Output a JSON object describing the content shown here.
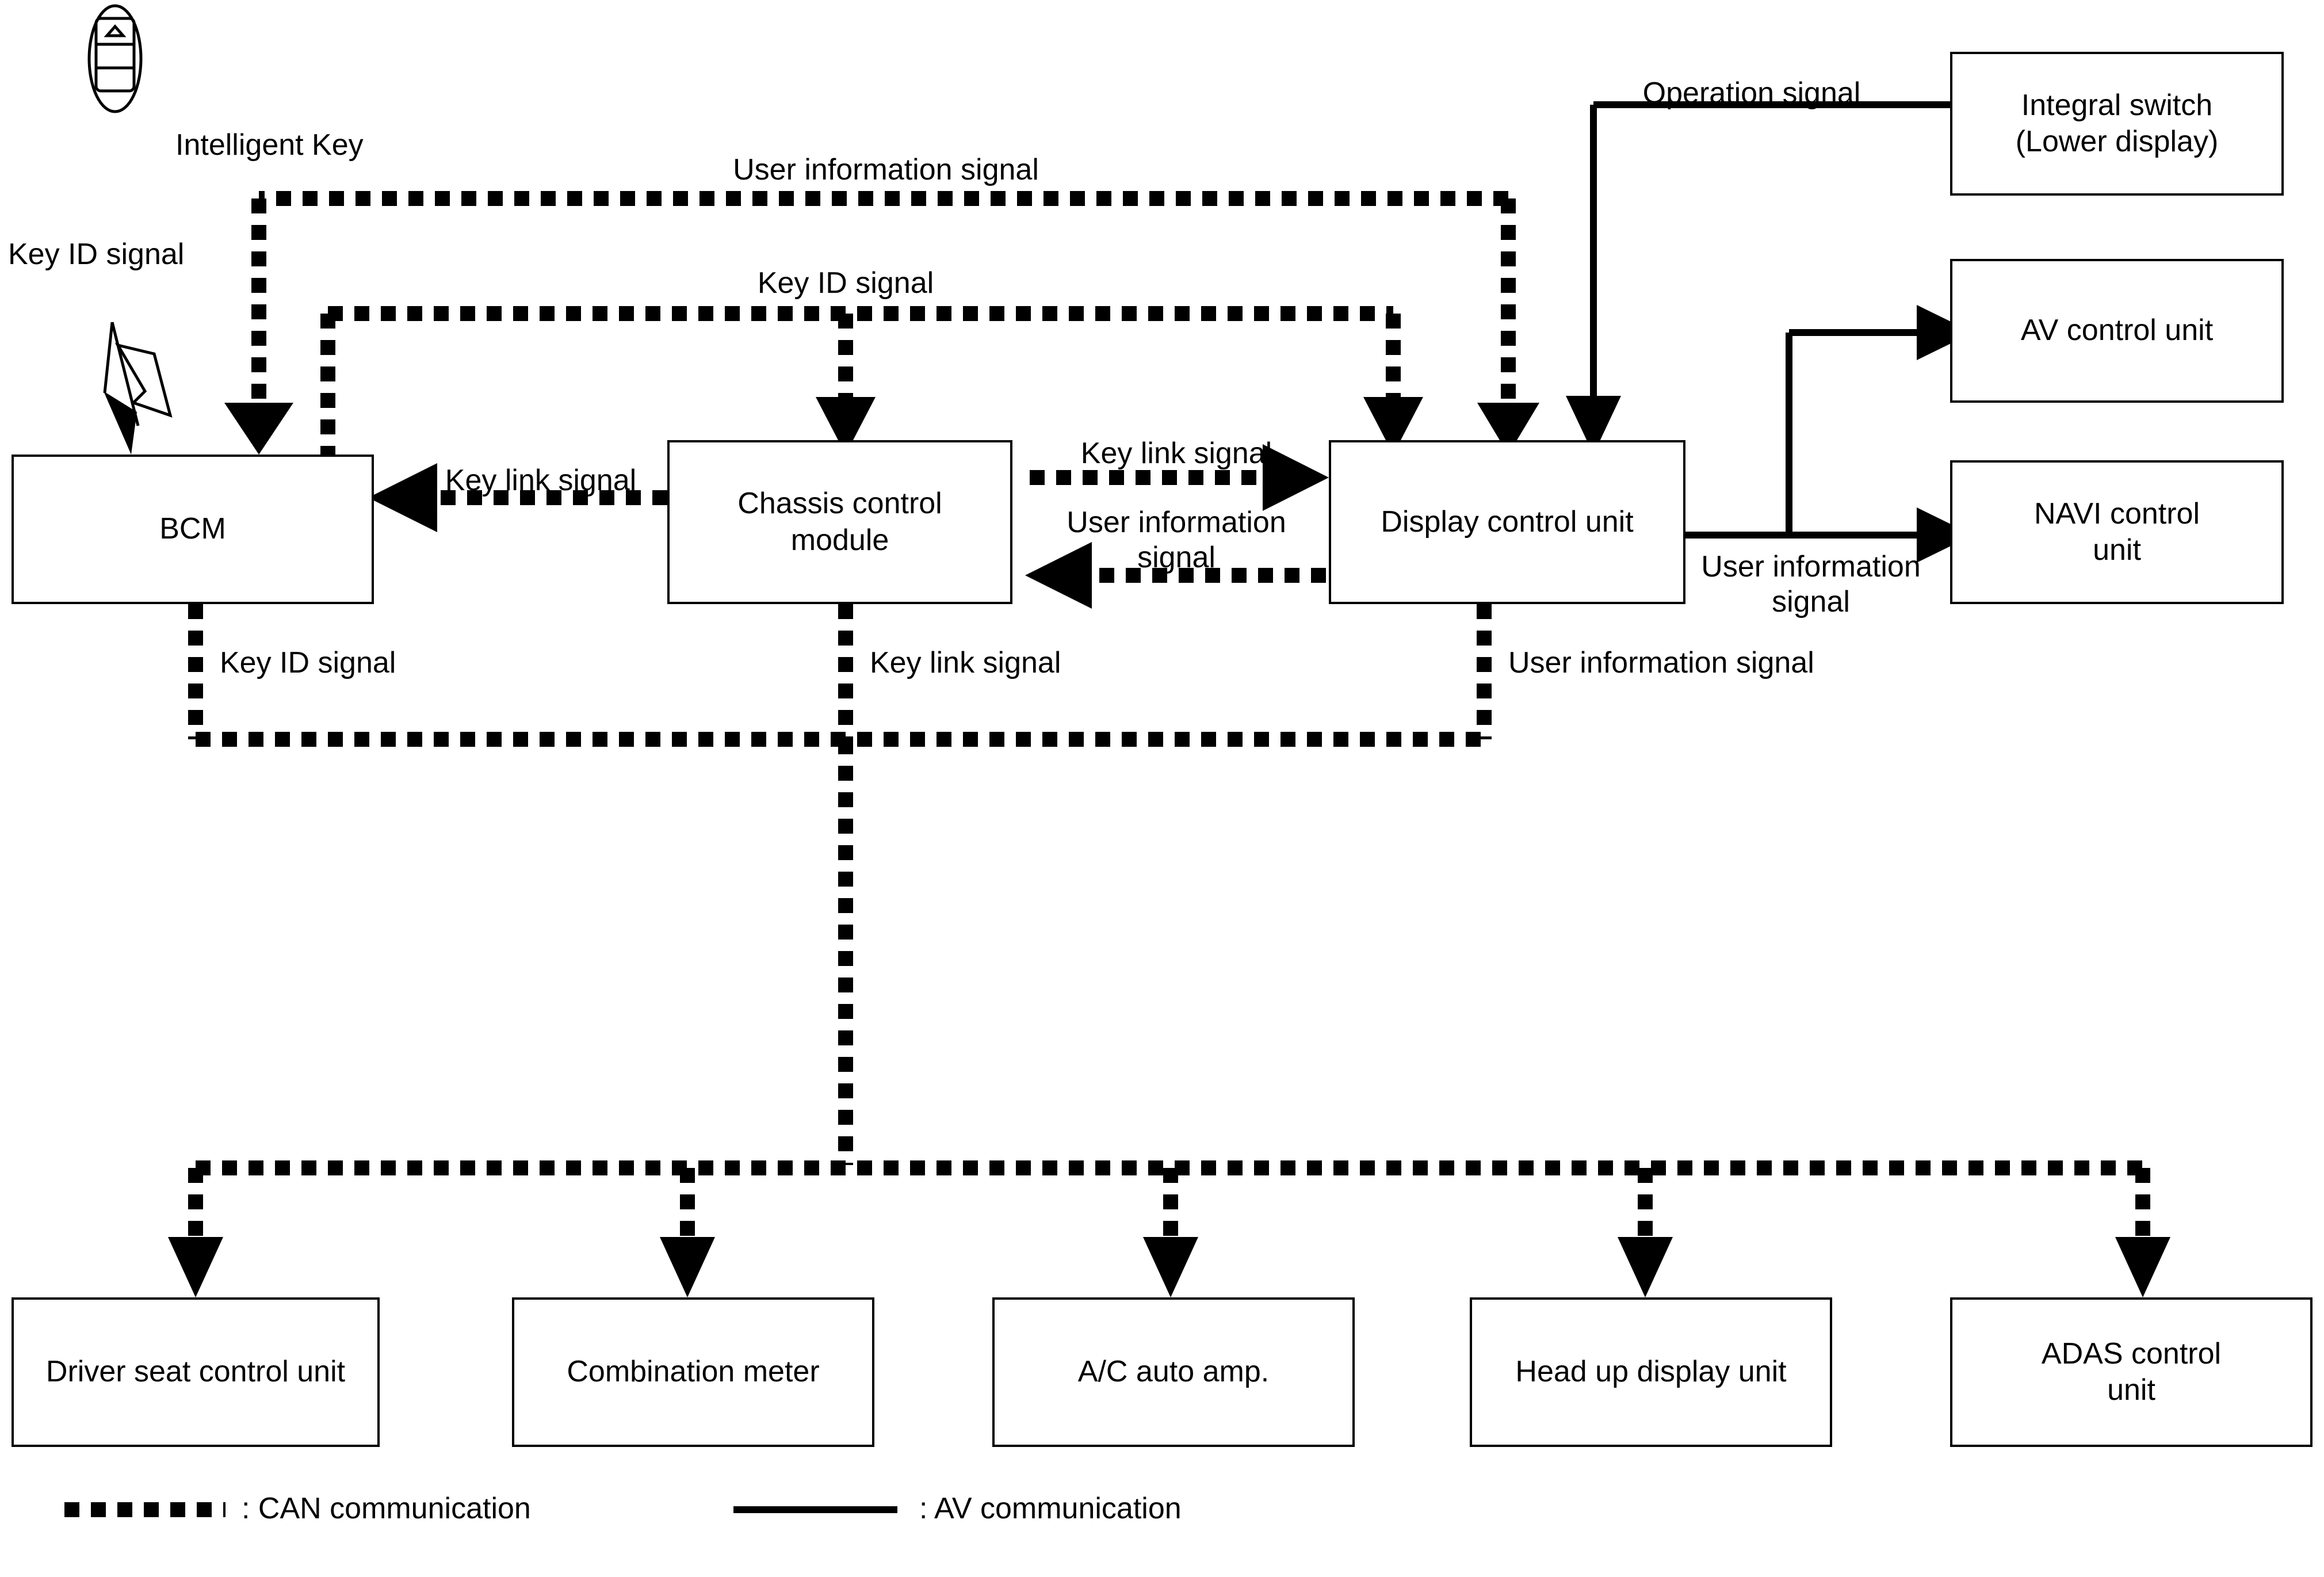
{
  "diagram": {
    "title": "Vehicle user information / key ID CAN communication block diagram",
    "nodes": {
      "intelligent_key": "Intelligent Key",
      "bcm": "BCM",
      "chassis_control_module": "Chassis control\nmodule",
      "display_control_unit": "Display control unit",
      "integral_switch": "Integral switch\n(Lower display)",
      "av_control_unit": "AV control unit",
      "navi_control_unit": "NAVI control\nunit",
      "driver_seat_control_unit": "Driver seat control unit",
      "combination_meter": "Combination meter",
      "ac_auto_amp": "A/C auto amp.",
      "head_up_display_unit": "Head up display unit",
      "adas_control_unit": "ADAS control\nunit"
    },
    "signal_labels": {
      "key_id_signal_wireless": "Key ID signal",
      "user_information_signal_top": "User information signal",
      "key_id_signal_top": "Key ID signal",
      "key_link_signal_to_bcm": "Key link signal",
      "key_link_signal_to_display": "Key link signal",
      "user_information_signal_to_chassis": "User information\nsignal",
      "operation_signal": "Operation signal",
      "user_information_signal_right": "User information\nsignal",
      "key_id_signal_down": "Key ID signal",
      "key_link_signal_down": "Key link signal",
      "user_information_signal_down": "User information signal"
    },
    "legend": {
      "can": ": CAN communication",
      "av": ": AV communication"
    },
    "colors": {
      "line": "#000000",
      "background": "#ffffff",
      "box_border": "#000000"
    }
  }
}
